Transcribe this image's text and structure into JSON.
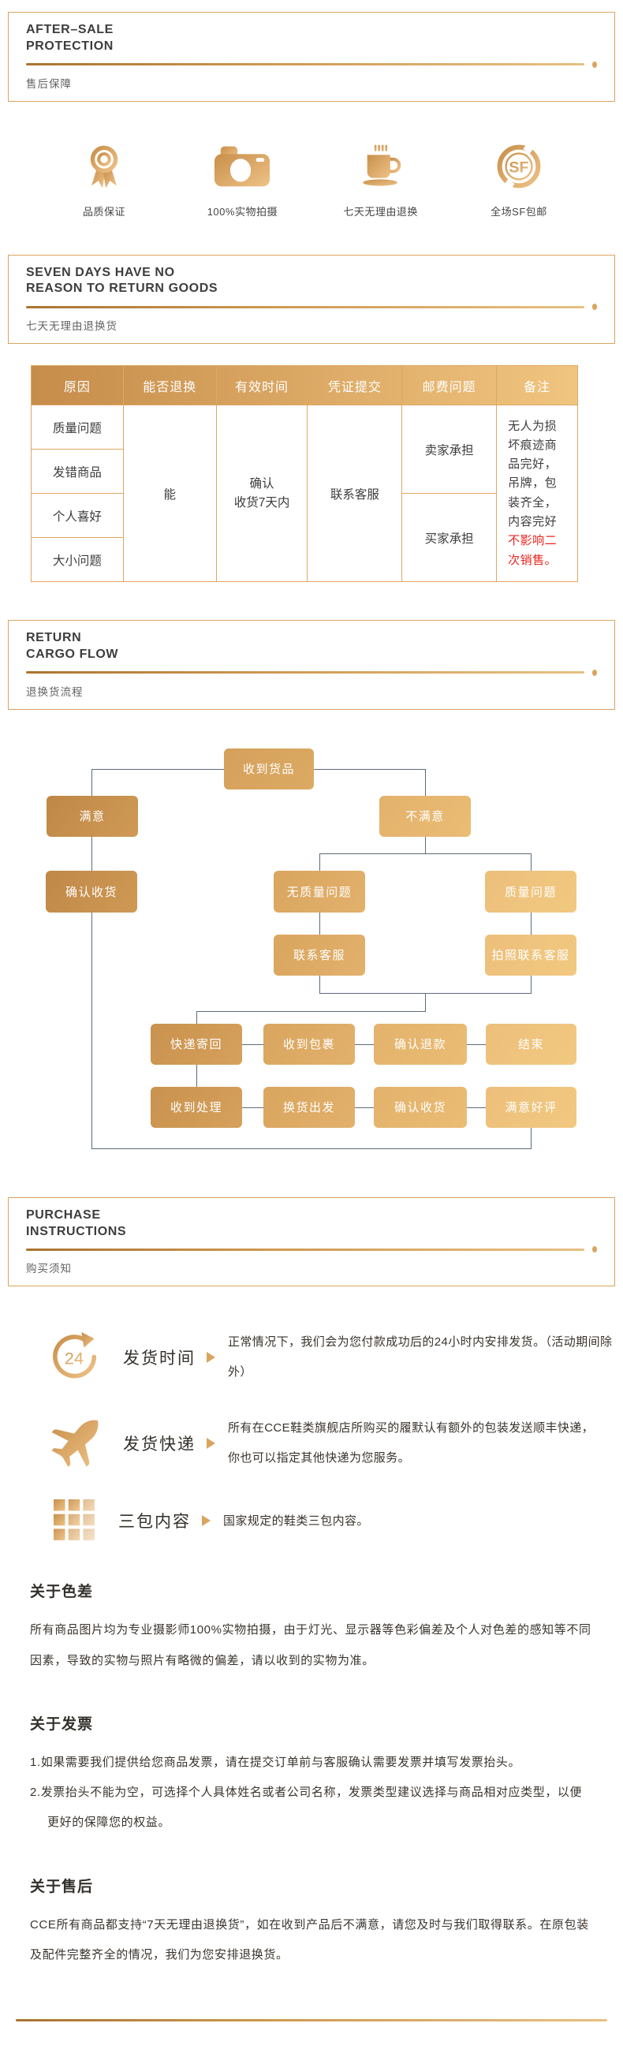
{
  "colors": {
    "gold": "#d9a55e",
    "gold_dark": "#a9742f",
    "gold_light": "#e7c083",
    "remark_red": "#e8251d",
    "flow_line": "#5c6b7c",
    "text_dark": "#3c3c3c"
  },
  "headers": {
    "after_sale": {
      "en": [
        "AFTER–SALE",
        "PROTECTION"
      ],
      "cn": "售后保障"
    },
    "seven_days": {
      "en": [
        "SEVEN DAYS HAVE NO",
        "REASON TO RETURN GOODS"
      ],
      "cn": "七天无理由退换货"
    },
    "return_flow": {
      "en": [
        "RETURN",
        "CARGO FLOW"
      ],
      "cn": "退换货流程"
    },
    "purchase": {
      "en": [
        "PURCHASE",
        "INSTRUCTIONS"
      ],
      "cn": "购买须知"
    }
  },
  "features": [
    {
      "icon": "medal-icon",
      "label": "品质保证"
    },
    {
      "icon": "camera-icon",
      "label": "100%实物拍摄"
    },
    {
      "icon": "coffee-cup-icon",
      "label": "七天无理由退换"
    },
    {
      "icon": "sf-express-icon",
      "label": "全场SF包邮"
    }
  ],
  "table": {
    "headers": [
      "原因",
      "能否退换",
      "有效时间",
      "凭证提交",
      "邮费问题",
      "备注"
    ],
    "reasons": [
      "质量问题",
      "发错商品",
      "个人喜好",
      "大小问题"
    ],
    "can_return": "能",
    "valid_time": [
      "确认",
      "收货7天内"
    ],
    "voucher": "联系客服",
    "postage": [
      "卖家承担",
      "买家承担"
    ],
    "remark_main": "无人为损坏痕迹商品完好，吊牌，包装齐全，内容完好",
    "remark_red": "不影响二次销售。"
  },
  "flow": {
    "nodes": [
      "收到货品",
      "满意",
      "不满意",
      "确认收货",
      "无质量问题",
      "质量问题",
      "联系客服",
      "拍照联系客服",
      "快递寄回",
      "收到包裹",
      "确认退款",
      "结束",
      "收到处理",
      "换货出发",
      "确认收货",
      "满意好评"
    ]
  },
  "shipping": [
    {
      "icon": "clock-24-icon",
      "label": "发货时间",
      "lines": [
        "正常情况下，我们会为您付款成功后的24小时内安排发货。（活动期间除外）"
      ]
    },
    {
      "icon": "airplane-icon",
      "label": "发货快递",
      "lines": [
        "所有在CCE鞋类旗舰店所购买的履默认有额外的包装发送顺丰快递，",
        "你也可以指定其他快递为您服务。"
      ]
    },
    {
      "icon": "grid-icon",
      "label": "三包内容",
      "lines": [
        "国家规定的鞋类三包内容。"
      ]
    }
  ],
  "notes": [
    {
      "title": "关于色差",
      "p1": "所有商品图片均为专业摄影师100%实物拍摄，由于灯光、显示器等色彩偏差及个人对色差的感知等不同因素，导致的实物与照片有略微的偏差，请以收到的实物为准。"
    },
    {
      "title": "关于发票",
      "p1": "1.如果需要我们提供给您商品发票，请在提交订单前与客服确认需要发票并填写发票抬头。",
      "p2": "2.发票抬头不能为空，可选择个人具体姓名或者公司名称，发票类型建议选择与商品相对应类型，以便更好的保障您的权益。"
    },
    {
      "title": "关于售后",
      "p1": "CCE所有商品都支持“7天无理由退换货”，如在收到产品后不满意，请您及时与我们取得联系。在原包装及配件完整齐全的情况，我们为您安排退换货。"
    }
  ]
}
